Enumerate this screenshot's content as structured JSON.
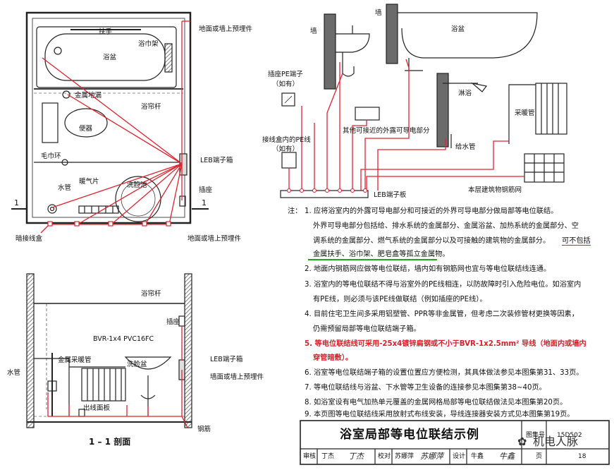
{
  "plan_labels": {
    "handrail": "扶手",
    "floor_or_wall_conduit": "地面或墙上预埋件",
    "bathtub": "浴盆",
    "towel_rack": "浴巾架",
    "metal_floor_drain": "金属地漏",
    "shower_curtain_rod": "浴帘杆",
    "toilet": "便器",
    "towel_ring": "毛巾环",
    "leb_box": "LEB端子箱",
    "water_pipe": "水管",
    "radiator": "暖气片",
    "washbasin": "洗脸池",
    "socket": "插座",
    "junction_box": "暗接线盒",
    "floor_or_wall_conduit_2": "地面或墙上预埋件",
    "section_mark_left": "1",
    "section_mark_right": "1"
  },
  "section_labels": {
    "shower_curtain_rod": "浴帘杆",
    "socket": "插座",
    "wire_spec": "BVR-1x4  PVC16FC",
    "metal_radiator_pipe": "金属采暖管",
    "water_pipe": "水管",
    "washbasin": "洗脸盆",
    "leb_box": "LEB端子箱",
    "wall_conduit": "墙面或墙上预埋件",
    "outlet_panel": "出线面板",
    "rebar": "钢筋",
    "section_title": "1 – 1 剖面"
  },
  "schematic_labels": {
    "wall_1": "墙",
    "wall_2": "墙",
    "bathtub": "浴盆",
    "shower": "淋浴",
    "socket_pe_1": "插座PE端子",
    "socket_pe_2": "（如有）",
    "other_parts": "其他可接近的外露可导电部分",
    "junction_pe_1": "接线盒内的PE线",
    "junction_pe_2": "（如有）",
    "heating_pipe": "采暖管",
    "water_supply_pipe": "给水管",
    "leb_board": "LEB端子板",
    "floor_mesh": "本层建筑物钢筋网"
  },
  "notes": {
    "intro": "注：",
    "n1_l1": "1. 应将浴室内的外露可导电部分和可接近的外界可导电部分做局部等电位联结。",
    "n1_l2": "外界可导电部分包括给、排水系统的金属部分、金属浴盆、加热系统的金属部分、空",
    "n1_l3a": "调系统的金属部分、燃气系统的金属部分以及可接触的建筑物的金属部分。",
    "n1_l3b": "可不包括",
    "n1_l4": "金属扶手、浴巾架、肥皂盒等孤立金属物。",
    "n2": "2. 地面内钢筋网应做等电位联结，墙内如有钢筋网也宜与等电位联结线连通。",
    "n3_l1": "3. 浴室内的等电位联结不得与浴室外的PE线相连，以防故障时引入危险电位。如浴室内",
    "n3_l2": "有PE线，则必须与该PE线做联结（例如插座的PE线）。",
    "n4_l1": "4. 目前住宅卫生间多采用铝塑管、PPR等非金属管，但考虑二次装修管材更换等因素，",
    "n4_l2": "仍需预留局部等电位联结端子箱。",
    "n5_l1": "5. 等电位联结线可采用-25x4镀锌扁钢或不小于BVR-1x2.5mm² 导线（地面内或墙内",
    "n5_l2": "穿管暗敷）。",
    "n6": "6. 浴室等电位联结端子箱的设置位置应方便检测，其具体做法参见本图集第31、33页。",
    "n7": "7. 等电位联结线与浴盆、下水管等卫生设备的连接参见本图集第38~40页。",
    "n8": "8. 如浴室设有电气加热单元覆盖的金属网格局部等电位联结做法见本图集第20页。",
    "n9": "9. 本页图等电位联结线采用放射式布线安装，导线连接器安装方式见本图集第19页。"
  },
  "title_block": {
    "title": "浴室局部等电位联结示例",
    "atlas_label": "图集号",
    "atlas_no": "15D502",
    "reviewer_label": "审核",
    "reviewer": "丁杰",
    "checker_label": "校对",
    "checker": "苏娜萍",
    "designer_label": "设计",
    "designer": "牛鑫",
    "page_label": "页",
    "page_no": "18",
    "sig_1": "丁杰",
    "sig_2": "苏娜萍",
    "sig_3": "牛鑫"
  },
  "watermark": "机电人脉",
  "colors": {
    "bonding_line": "#e0232e",
    "ink": "#111111",
    "note_highlight": "#d8222a",
    "underline_green": "#1aa81a",
    "underline_blue": "#1e5bd6",
    "wall_fill": "#6b6b6b"
  }
}
